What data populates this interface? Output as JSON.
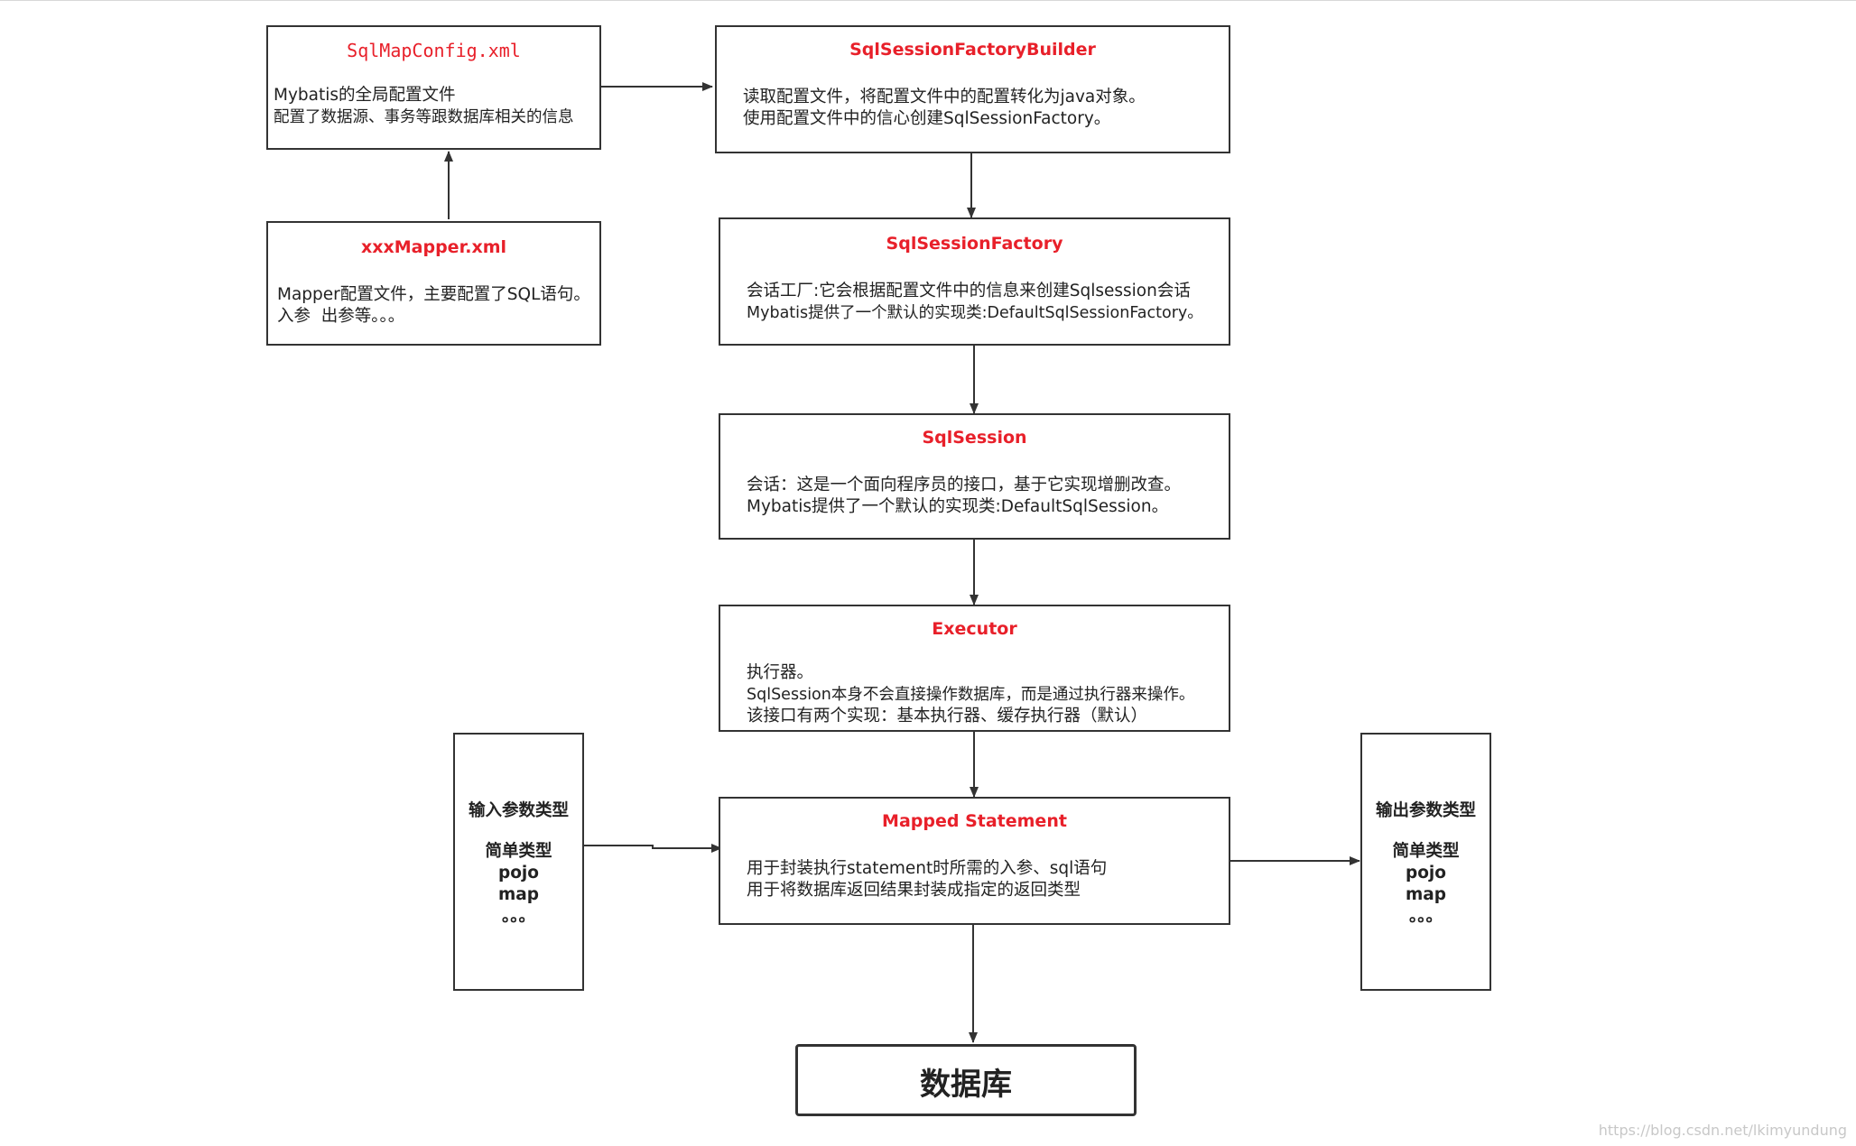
{
  "boxes": {
    "sqlmapconfig": {
      "title": "SqlMapConfig.xml",
      "lines": [
        "Mybatis的全局配置文件",
        "配置了数据源、事务等跟数据库相关的信息"
      ]
    },
    "mapper": {
      "title": "xxxMapper.xml",
      "lines": [
        "Mapper配置文件，主要配置了SQL语句。",
        "入参  出参等。。。"
      ]
    },
    "builder": {
      "title": "SqlSessionFactoryBuilder",
      "lines": [
        "读取配置文件，将配置文件中的配置转化为java对象。",
        "使用配置文件中的信心创建SqlSessionFactory。"
      ]
    },
    "factory": {
      "title": "SqlSessionFactory",
      "lines": [
        "会话工厂:它会根据配置文件中的信息来创建Sqlsession会话",
        "Mybatis提供了一个默认的实现类:DefaultSqlSessionFactory。"
      ]
    },
    "session": {
      "title": "SqlSession",
      "lines": [
        "会话：这是一个面向程序员的接口，基于它实现增删改查。",
        "Mybatis提供了一个默认的实现类:DefaultSqlSession。"
      ]
    },
    "executor": {
      "title": "Executor",
      "lines": [
        "执行器。",
        "SqlSession本身不会直接操作数据库，而是通过执行器来操作。",
        "该接口有两个实现：基本执行器、缓存执行器（默认）"
      ]
    },
    "mapped": {
      "title": "Mapped Statement",
      "lines": [
        "用于封装执行statement时所需的入参、sql语句",
        "用于将数据库返回结果封装成指定的返回类型"
      ]
    },
    "input": {
      "heading": "输入参数类型",
      "items": [
        "简单类型",
        "pojo",
        "map",
        "。。。"
      ]
    },
    "output": {
      "heading": "输出参数类型",
      "items": [
        "简单类型",
        "pojo",
        "map",
        "。。。"
      ]
    },
    "database": {
      "title": "数据库"
    }
  },
  "watermark": "https://blog.csdn.net/lkimyundung"
}
